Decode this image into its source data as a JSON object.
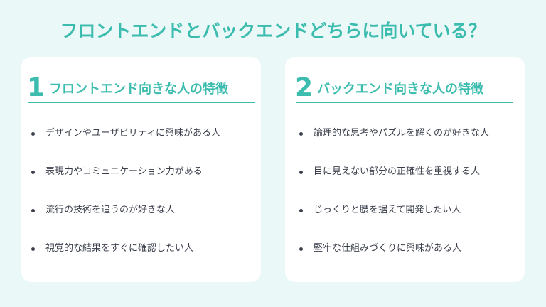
{
  "title": "フロントエンドとバックエンドどちらに向いている？",
  "colors": {
    "accent": "#3bbcae",
    "background": "#eaf8f8",
    "card": "#ffffff",
    "text": "#3a3f4b"
  },
  "cards": [
    {
      "number": "1",
      "heading": "フロントエンド向きな人の特徴",
      "items": [
        "デザインやユーザビリティに興味がある人",
        "表現力やコミュニケーション力がある",
        "流行の技術を追うのが好きな人",
        "視覚的な結果をすぐに確認したい人"
      ]
    },
    {
      "number": "2",
      "heading": "バックエンド向きな人の特徴",
      "items": [
        "論理的な思考やパズルを解くのが好きな人",
        "目に見えない部分の正確性を重視する人",
        "じっくりと腰を据えて開発したい人",
        "堅牢な仕組みづくりに興味がある人"
      ]
    }
  ]
}
